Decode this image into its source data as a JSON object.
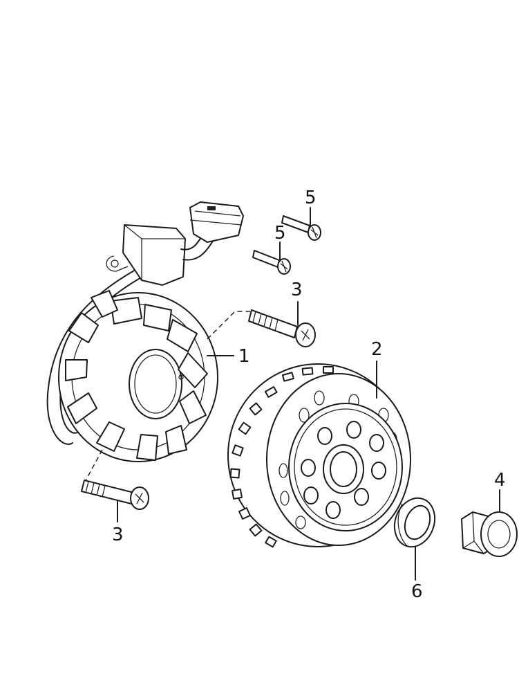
{
  "callouts": {
    "stator": "1",
    "flywheel": "2",
    "bolt_upper": "3",
    "bolt_lower": "3",
    "nut": "4",
    "screw_top": "5",
    "screw_mid": "5",
    "washer": "6"
  }
}
